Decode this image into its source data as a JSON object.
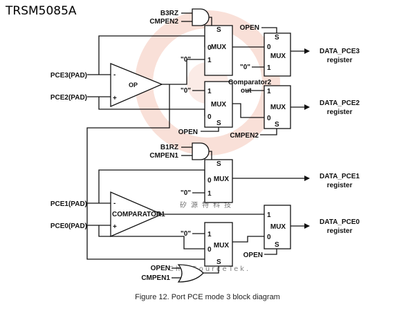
{
  "header": {
    "title": "TRSM5085A"
  },
  "watermark": {
    "cjk": "矽源特科技",
    "latin": ".ChipSourceTek.",
    "color": "#f4c7b8"
  },
  "caption": "Figure 12. Port PCE mode 3 block diagram",
  "labels": {
    "b3rz": "B3RZ",
    "cmpen2_top": "CMPEN2",
    "open_top": "OPEN",
    "pce3": "PCE3(PAD)",
    "pce2": "PCE2(PAD)",
    "op": "OP",
    "minus_op": "-",
    "plus_op": "+",
    "zero_a": "\"0\"",
    "zero_b": "\"0\"",
    "comparator2_out_1": "Comparator2",
    "comparator2_out_2": "out",
    "open_mid": "OPEN",
    "cmpen2_mid": "CMPEN2",
    "b1rz": "B1RZ",
    "cmpen1_mid": "CMPEN1",
    "zero_c": "\"0\"",
    "pce1": "PCE1(PAD)",
    "pce0": "PCE0(PAD)",
    "comparator1": "COMPARATOR1",
    "minus_cmp": "-",
    "plus_cmp": "+",
    "zero_d": "\"0\"",
    "open_low": "OPEN",
    "open_bottom": "OPEN",
    "cmpen1_bottom": "CMPEN1",
    "data_pce3_1": "DATA_PCE3",
    "data_pce3_2": "register",
    "data_pce2_1": "DATA_PCE2",
    "data_pce2_2": "register",
    "data_pce1_1": "DATA_PCE1",
    "data_pce1_2": "register",
    "data_pce0_1": "DATA_PCE0",
    "data_pce0_2": "register"
  },
  "mux": {
    "m1": {
      "title": "MUX",
      "s": "S",
      "in0": "0",
      "in1": "1"
    },
    "m2": {
      "title": "MUX",
      "s": "S",
      "in0": "0",
      "in1": "1"
    },
    "m3": {
      "title": "MUX",
      "s": "S",
      "in0": "0",
      "in1": "1"
    },
    "m4": {
      "title": "MUX",
      "s": "S",
      "in0": "0",
      "in1": "1"
    },
    "m5": {
      "title": "MUX",
      "s": "S",
      "in0": "0",
      "in1": "1"
    },
    "m6": {
      "title": "MUX",
      "s": "S",
      "in0": "0",
      "in1": "1"
    },
    "m7": {
      "title": "MUX",
      "s": "S",
      "in0": "0",
      "in1": "1"
    }
  }
}
